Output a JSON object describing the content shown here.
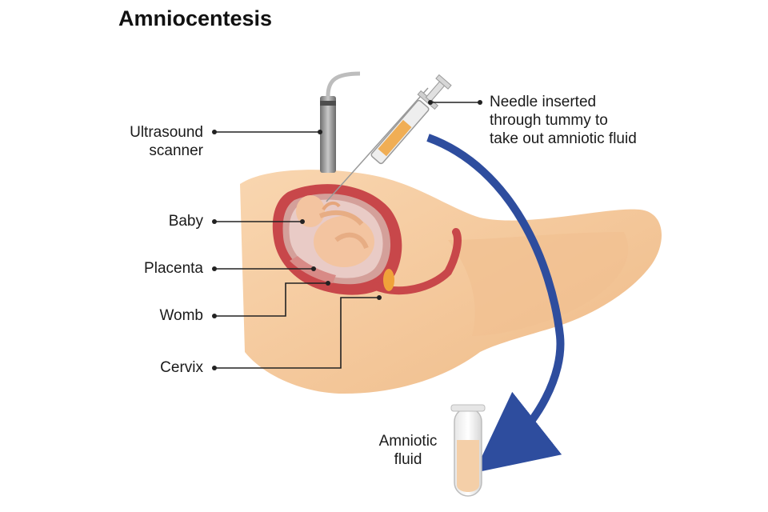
{
  "title": "Amniocentesis",
  "labels": {
    "ultrasound_line1": "Ultrasound",
    "ultrasound_line2": "scanner",
    "baby": "Baby",
    "placenta": "Placenta",
    "womb": "Womb",
    "cervix": "Cervix",
    "needle_line1": "Needle inserted",
    "needle_line2": "through tummy to",
    "needle_line3": "take out amniotic fluid",
    "fluid_line1": "Amniotic",
    "fluid_line2": "fluid"
  },
  "colors": {
    "skin": "#f6c99c",
    "skin_dark": "#edb47f",
    "womb_wall": "#c8474a",
    "womb_inner": "#a8323a",
    "baby": "#f3c4a0",
    "placenta": "#d88a86",
    "arrow": "#2e4d9e",
    "fluid": "#f4cfa8",
    "needle_fluid": "#f0a23a",
    "scanner": "#8f8f8f"
  }
}
